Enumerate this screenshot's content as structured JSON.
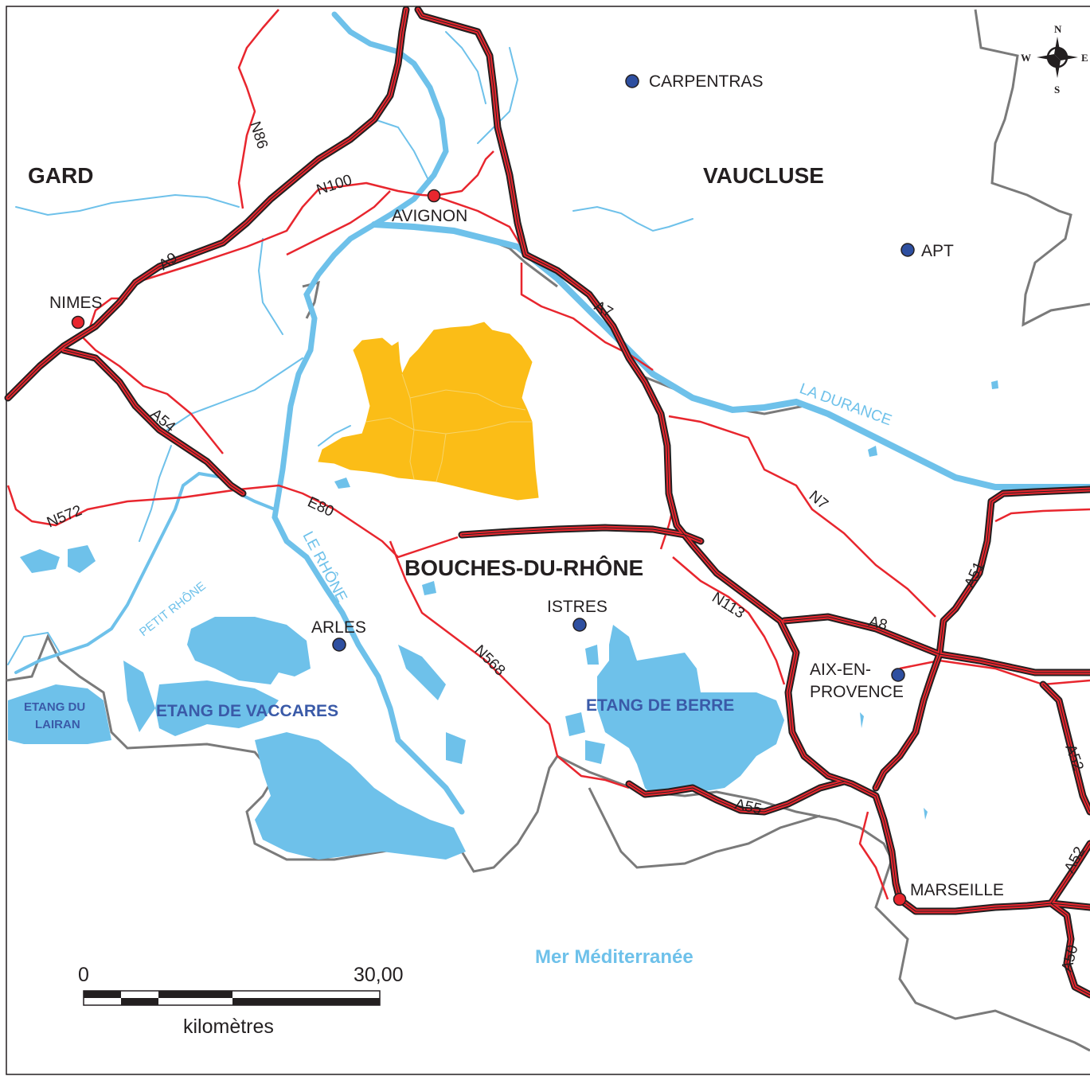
{
  "colors": {
    "autoroute_outline": "#231f20",
    "autoroute_fill": "#e8262e",
    "road": "#e8262e",
    "water": "#6ec1ea",
    "coast": "#7a7a7a",
    "highlight_area": "#fbbd17",
    "major_city": "#e8262e",
    "minor_city": "#2e4fa0",
    "frame": "#231f20"
  },
  "departments": [
    "GARD",
    "VAUCLUSE",
    "BOUCHES-DU-RHÔNE"
  ],
  "cities_major": [
    "AVIGNON",
    "NIMES",
    "MARSEILLE"
  ],
  "cities_minor": [
    "CARPENTRAS",
    "APT",
    "ARLES",
    "ISTRES",
    "AIX-EN-",
    "PROVENCE"
  ],
  "roads": [
    "N86",
    "N100",
    "A9",
    "A54",
    "N572",
    "E80",
    "A7",
    "N7",
    "A51",
    "A8",
    "N113",
    "N568",
    "A55",
    "A52",
    "A52",
    "A50"
  ],
  "water_labels": [
    "LA DURANCE",
    "LE RHÔNE",
    "PETIT RHÔNE"
  ],
  "etangs": [
    "ETANG DU",
    "LAIRAN",
    "ETANG DE VACCARES",
    "ETANG DE BERRE"
  ],
  "sea": "Mer Méditerranée",
  "scale": {
    "start": "0",
    "end": "30,00",
    "unit": "kilomètres"
  },
  "compass": {
    "n": "N",
    "s": "S",
    "e": "E",
    "w": "W"
  },
  "icons": {
    "compass": "compass-rose-icon"
  }
}
